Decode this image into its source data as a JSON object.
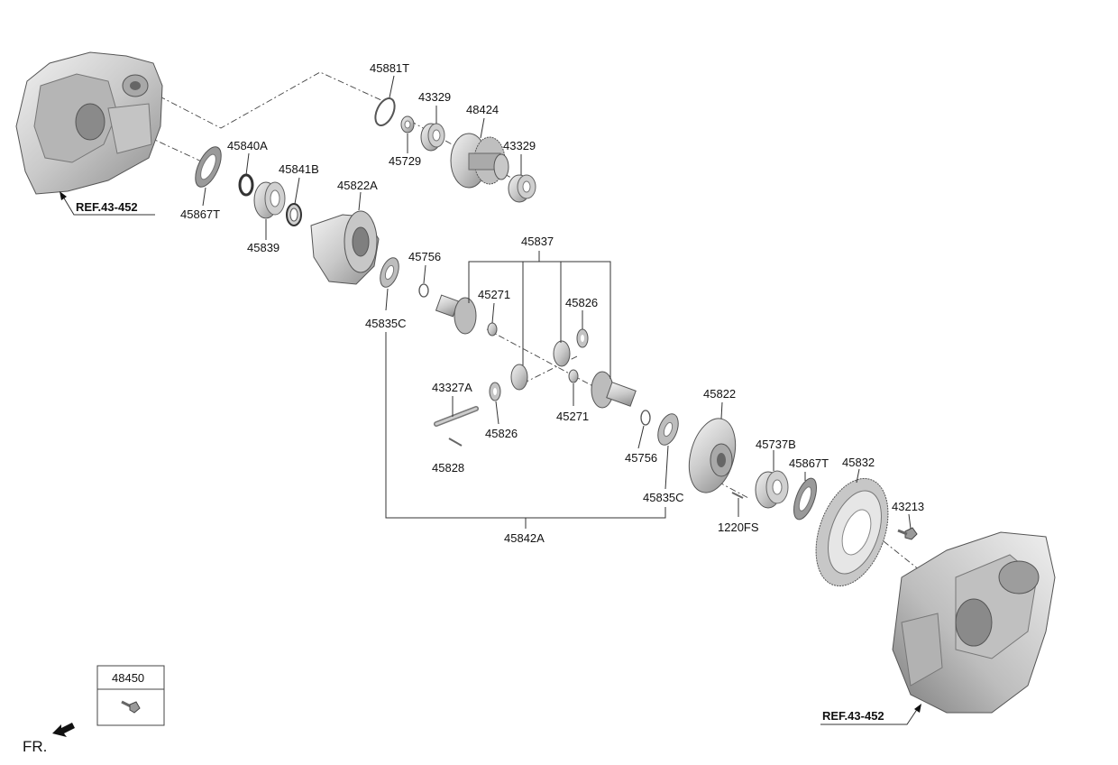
{
  "labels": {
    "p45881T": "45881T",
    "p43329a": "43329",
    "p48424": "48424",
    "p43329b": "43329",
    "p45729": "45729",
    "p45840A": "45840A",
    "p45841B": "45841B",
    "p45822A": "45822A",
    "p45867Ta": "45867T",
    "p45839": "45839",
    "p45837": "45837",
    "p45756a": "45756",
    "p45271a": "45271",
    "p45826a": "45826",
    "p45835Ca": "45835C",
    "p43327A": "43327A",
    "p45826b": "45826",
    "p45271b": "45271",
    "p45828": "45828",
    "p45822": "45822",
    "p45737B": "45737B",
    "p45867Tb": "45867T",
    "p45832": "45832",
    "p45756b": "45756",
    "p45835Cb": "45835C",
    "p43213": "43213",
    "p1220FS": "1220FS",
    "p45842A": "45842A",
    "ref_top": "REF.43-452",
    "ref_bottom": "REF.43-452",
    "box_48450": "48450",
    "fr": "FR."
  },
  "colors": {
    "part_fill": "#d9d9d9",
    "part_dark": "#9a9a9a",
    "line": "#333333"
  }
}
